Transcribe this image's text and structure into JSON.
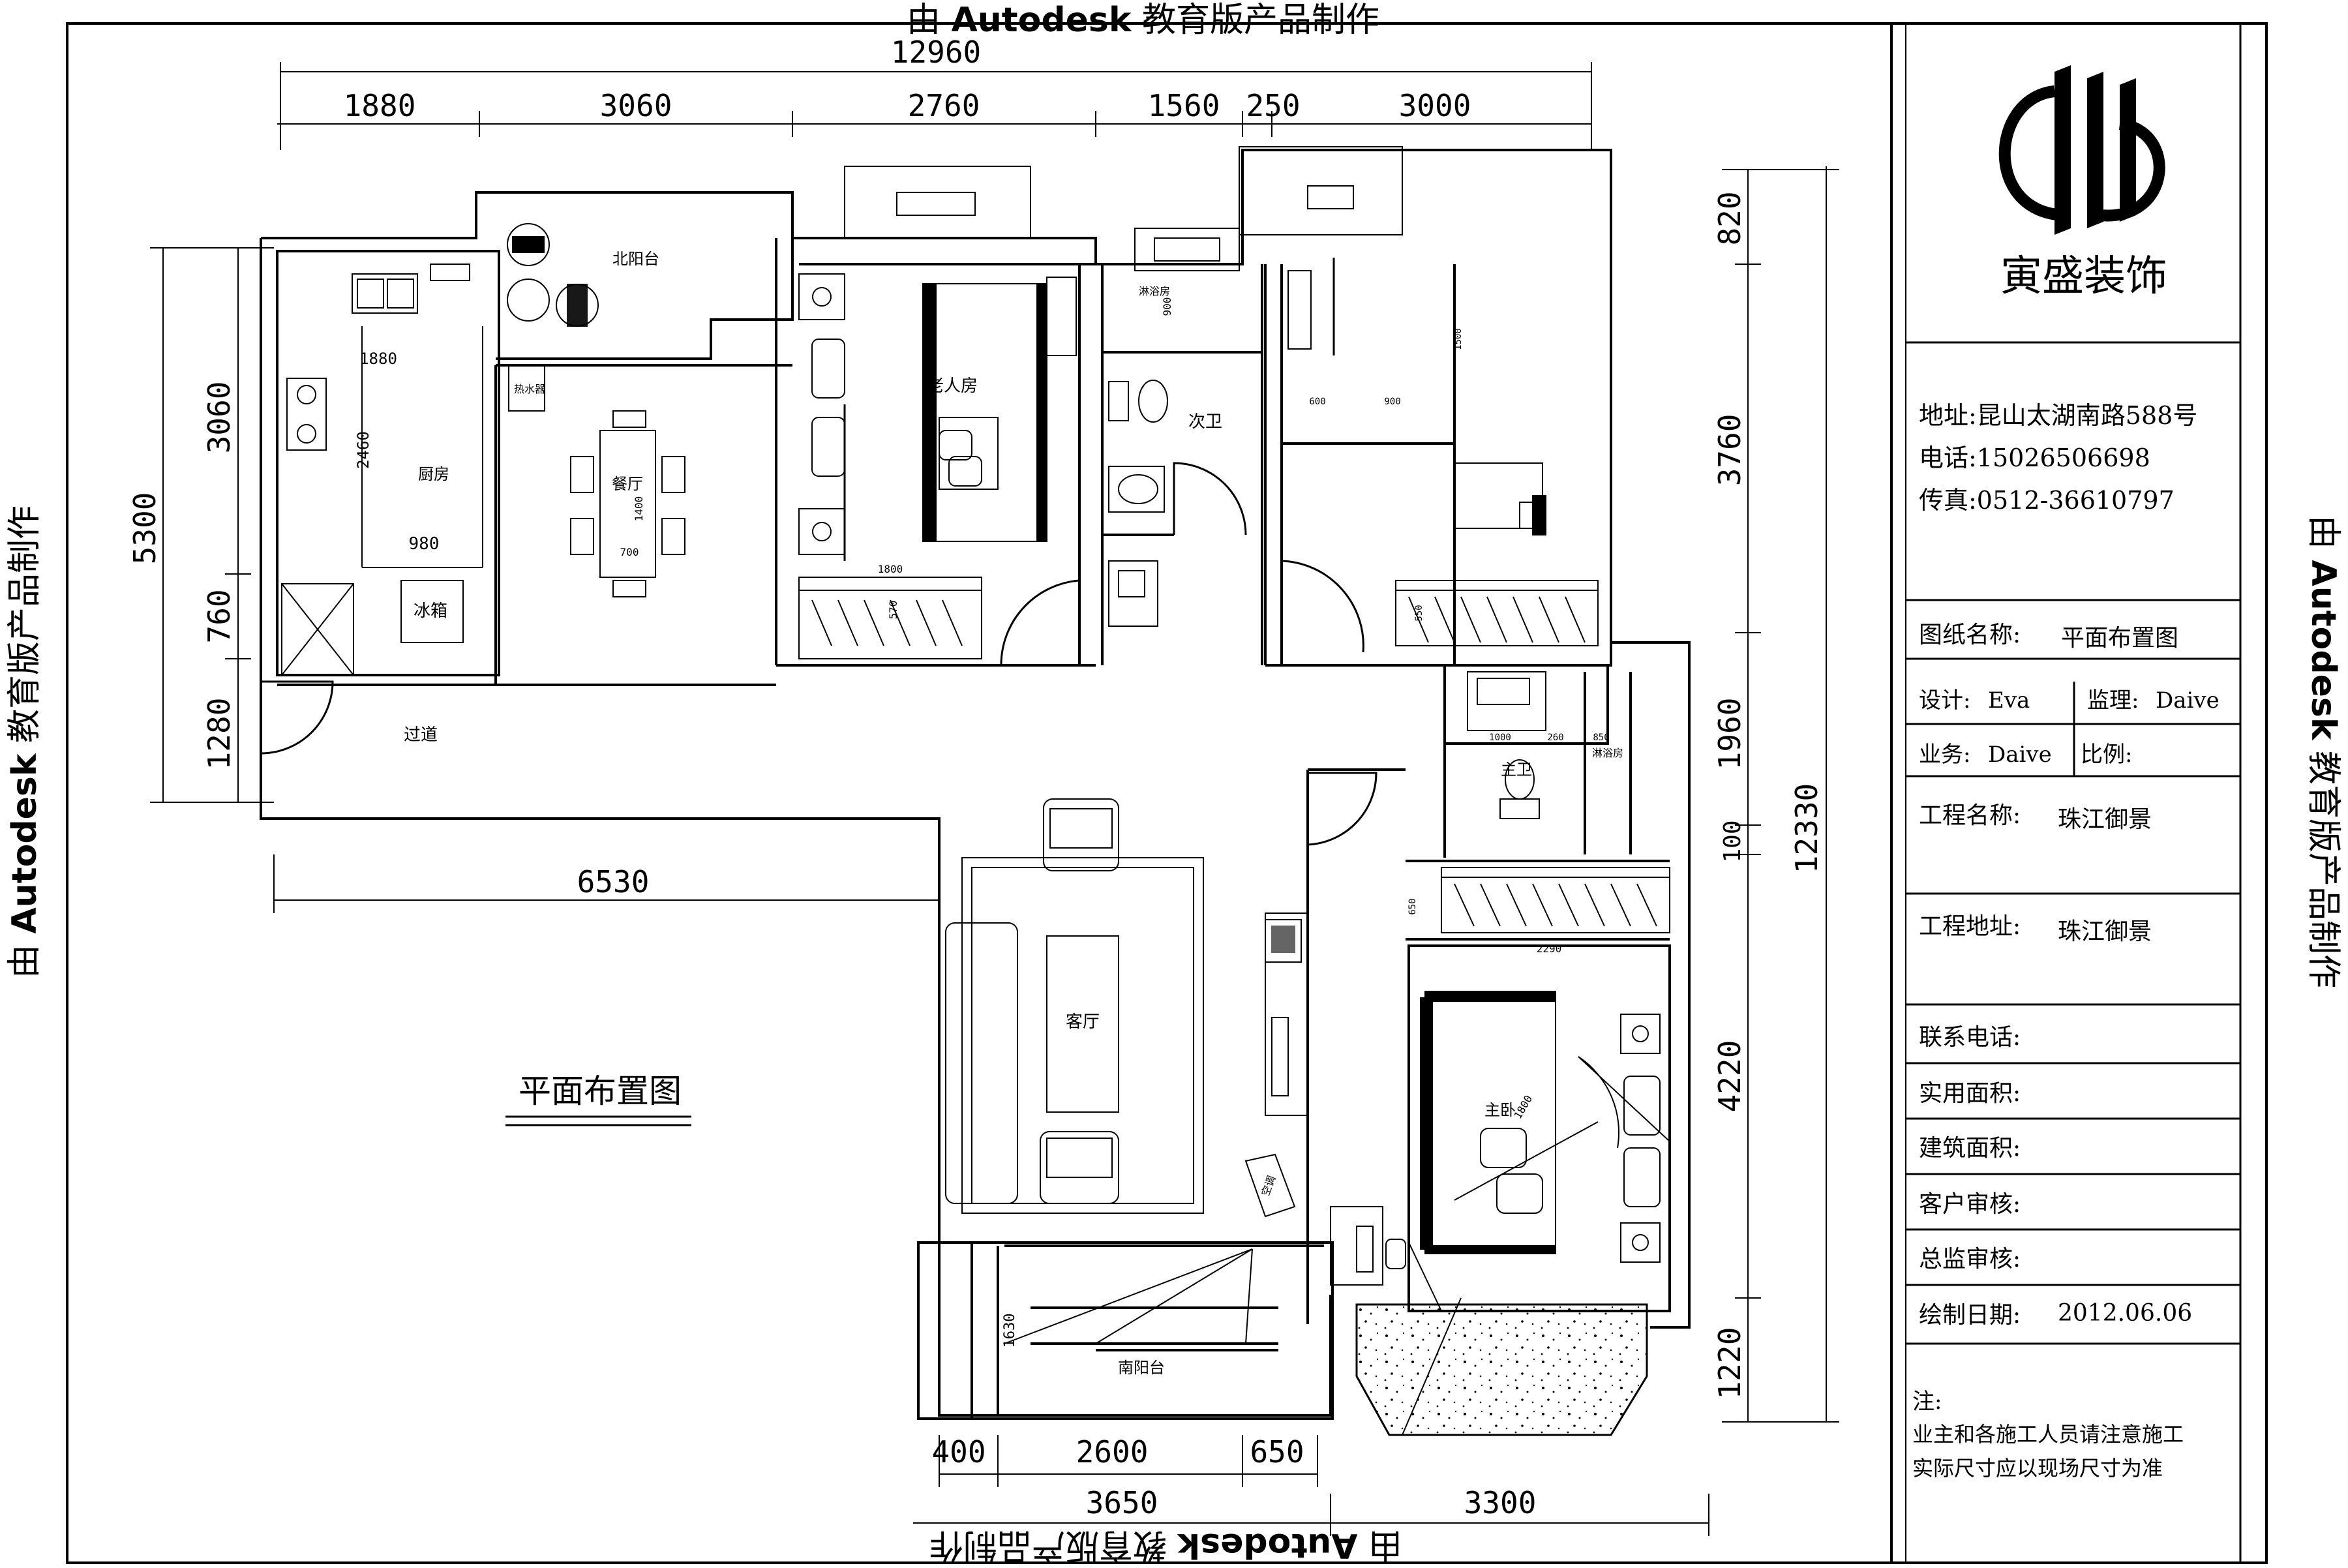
{
  "watermark": {
    "text_cn_prefix": "由",
    "text_brand": "Autodesk",
    "text_cn_suffix": "教育版产品制作"
  },
  "plan": {
    "title": "平面布置图",
    "rooms": {
      "north_balcony": "北阳台",
      "elder_room": "老人房",
      "kitchen": "厨房",
      "fridge": "冰箱",
      "dining": "餐厅",
      "second_bath": "次卫",
      "shower": "淋浴房",
      "corridor": "过道",
      "living": "客厅",
      "master_bath": "主卫",
      "master_shower": "淋浴房",
      "master_bed": "主卧",
      "south_balcony": "南阳台",
      "ac": "空调",
      "water_heater": "热水器"
    },
    "dims_top": {
      "total": "12960",
      "segments": [
        "1880",
        "3060",
        "2760",
        "1560",
        "250",
        "3000"
      ]
    },
    "dims_left": {
      "total": "5300",
      "segments": [
        "3060",
        "760",
        "1280"
      ]
    },
    "dim_living_width": "6530",
    "dims_right": {
      "total": "12330",
      "segments": [
        "820",
        "3760",
        "1960",
        "100",
        "4220",
        "1220"
      ]
    },
    "dims_bottom": {
      "row1": [
        "400",
        "2600",
        "650"
      ],
      "row2": [
        "3650",
        "3300"
      ]
    },
    "inner_dims": {
      "kitchen_w": "1880",
      "kitchen_h": "2460",
      "kitchen_counter": "980",
      "dining_table_l": "1400",
      "dining_table_w": "700",
      "elder_wardrobe": "1800",
      "elder_wardrobe_d": "570",
      "shower_d": "900",
      "study_1": "600",
      "study_2": "900",
      "study_3": "1500",
      "study_wardrobe_d": "550",
      "mb_1": "1000",
      "mb_2": "260",
      "mb_3": "850",
      "master_wardrobe": "2290",
      "master_wardrobe_d": "650",
      "master_bed_w": "1800",
      "south_balc": "1630"
    }
  },
  "title_block": {
    "company": "寅盛装饰",
    "address": "地址:昆山太湖南路588号",
    "phone": "电话:15026506698",
    "fax": "传真:0512-36610797",
    "drawing_name_label": "图纸名称:",
    "drawing_name_value": "平面布置图",
    "design_label": "设计:",
    "design_value": "Eva",
    "supervisor_label": "监理:",
    "supervisor_value": "Daive",
    "business_label": "业务:",
    "business_value": "Daive",
    "scale_label": "比例:",
    "project_name_label": "工程名称:",
    "project_name_value": "珠江御景",
    "project_addr_label": "工程地址:",
    "project_addr_value": "珠江御景",
    "contact_label": "联系电话:",
    "usable_area_label": "实用面积:",
    "building_area_label": "建筑面积:",
    "client_review_label": "客户审核:",
    "director_review_label": "总监审核:",
    "date_label": "绘制日期:",
    "date_value": "2012.06.06",
    "note_label": "注:",
    "note_line1": "业主和各施工人员请注意施工",
    "note_line2": "实际尺寸应以现场尺寸为准"
  },
  "colors": {
    "line": "#000000",
    "background": "#ffffff"
  }
}
